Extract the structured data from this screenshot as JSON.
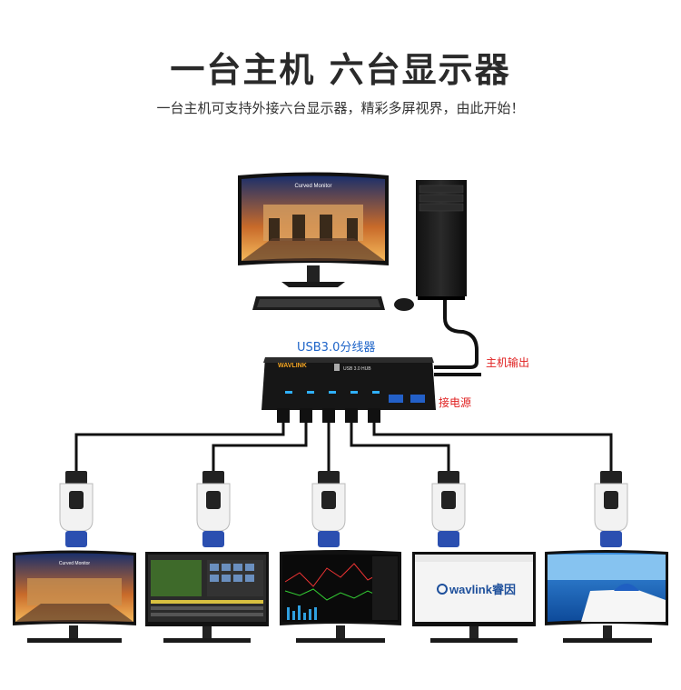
{
  "header": {
    "title": "一台主机 六台显示器",
    "subtitle": "一台主机可支持外接六台显示器，精彩多屏视界，由此开始！"
  },
  "labels": {
    "hub": "USB3.0分线器",
    "host_out": "主机输出",
    "power": "接电源"
  },
  "hub_device": {
    "brand": "WAVLINK",
    "model": "USB 3.0 HUB"
  },
  "screen_text": {
    "curved_monitor": "Curved Monitor",
    "wavlink_logo": "wavlink睿因"
  },
  "colors": {
    "label_blue": "#1e64c8",
    "label_red": "#e02020",
    "hub_body": "#151515",
    "vga_blue": "#2b4fb0"
  }
}
